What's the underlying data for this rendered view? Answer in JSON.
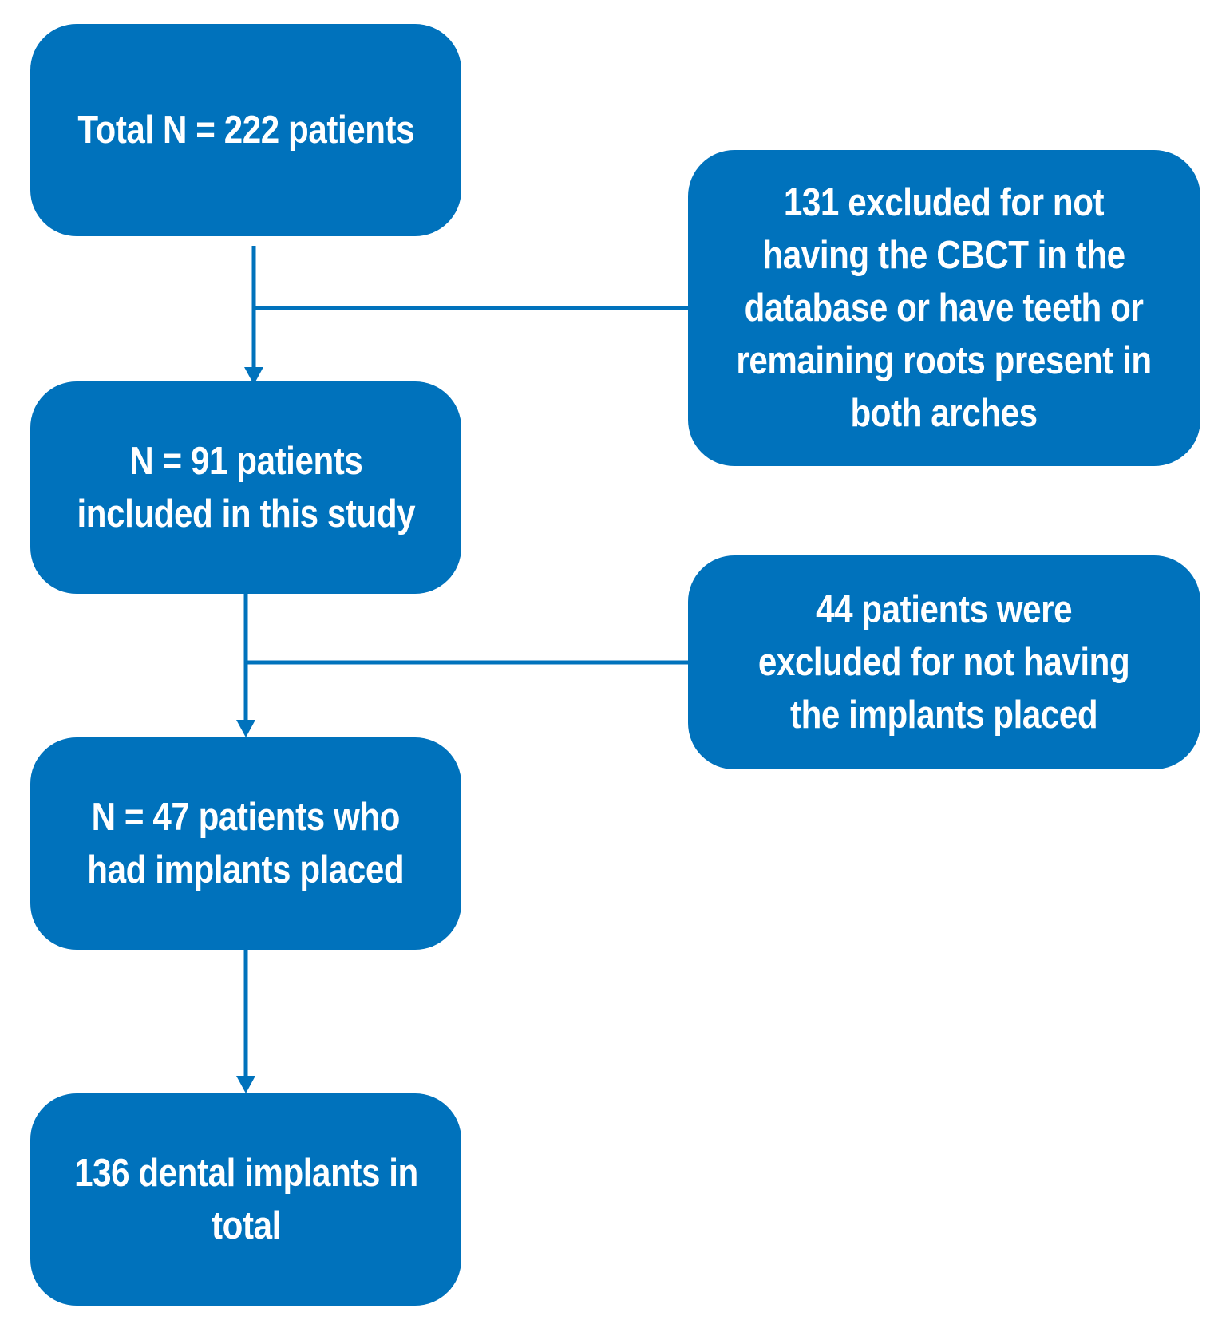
{
  "colors": {
    "box": "#0072bc",
    "connector": "#0072bc",
    "text": "#ffffff"
  },
  "flow": {
    "total": "Total N = 222 patients",
    "included": [
      "N = 91 patients",
      "included in this study"
    ],
    "implanted": [
      "N = 47 patients who",
      "had implants placed"
    ],
    "total_implants": [
      "136 dental implants in",
      "total"
    ]
  },
  "exclusions": {
    "first": [
      "131 excluded for not",
      "having the CBCT in the",
      "database or have teeth or",
      "remaining roots present in",
      "both arches"
    ],
    "second": [
      "44 patients were",
      "excluded for not having",
      "the implants placed"
    ]
  }
}
